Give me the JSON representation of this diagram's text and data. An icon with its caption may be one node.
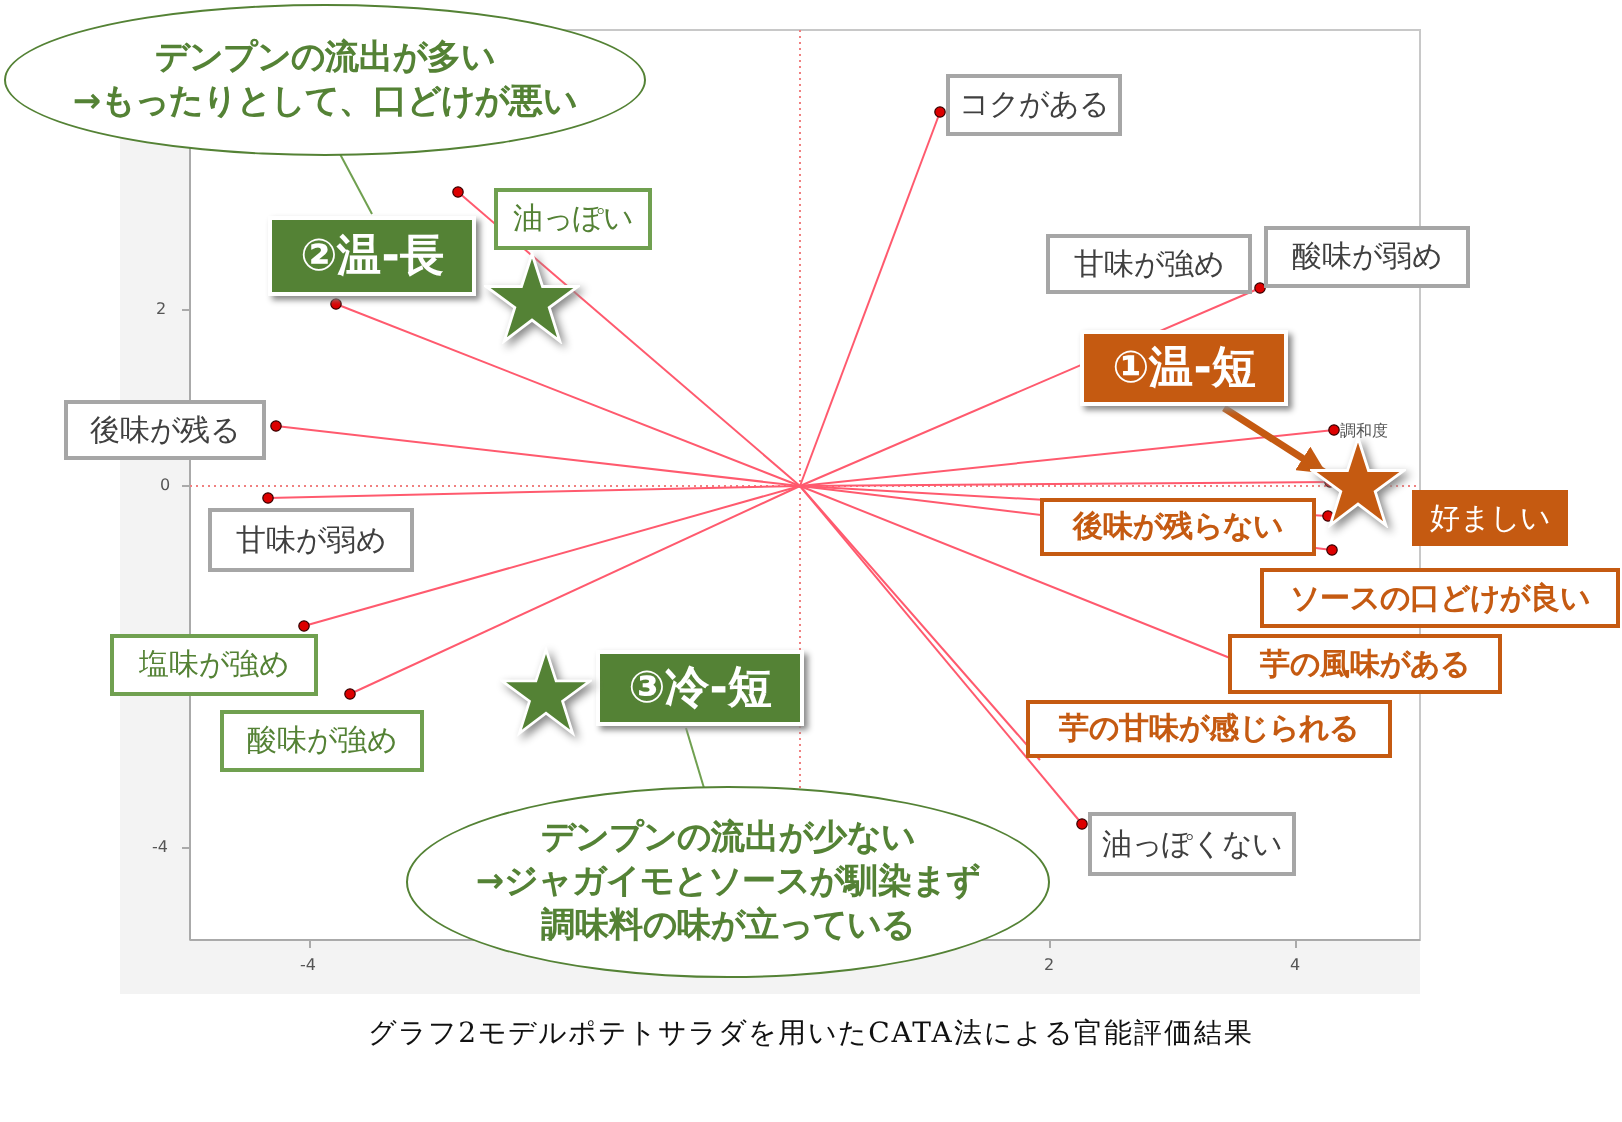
{
  "diagram": {
    "caption": "グラフ2モデルポテトサラダを用いたCATA法による官能評価結果",
    "nodes": [
      {
        "text": [
          "デンプンの流出が多い",
          "→もったりとして、口どけが悪い"
        ]
      },
      {
        "text": [
          "コクがある"
        ]
      },
      {
        "text": [
          "油っぽい"
        ]
      },
      {
        "text": [
          "②温-長"
        ]
      },
      {
        "text": [],
        "shape": "star"
      },
      {
        "text": [
          "甘味が強め"
        ]
      },
      {
        "text": [
          "酸味が弱め"
        ]
      },
      {
        "text": [
          "後味が残る"
        ]
      },
      {
        "text": [
          "①温-短"
        ]
      },
      {
        "text": [],
        "shape": "star"
      },
      {
        "text": [
          "好ましい"
        ]
      },
      {
        "text": [
          "後味が残らない"
        ]
      },
      {
        "text": [
          "甘味が弱め"
        ]
      },
      {
        "text": [
          "ソースの口どけが良い"
        ]
      },
      {
        "text": [
          "芋の風味がある"
        ]
      },
      {
        "text": [
          "塩味が強め"
        ]
      },
      {
        "text": [
          "③冷-短"
        ]
      },
      {
        "text": [],
        "shape": "star"
      },
      {
        "text": [
          "芋の甘味が感じられる"
        ]
      },
      {
        "text": [
          "酸味が強め"
        ]
      },
      {
        "text": [
          "デンプンの流出が少ない",
          "→ジャガイモとソースが馴染まず",
          "調味料の味が立っている"
        ]
      },
      {
        "text": [
          "油っぽくない"
        ]
      }
    ],
    "edges": [
      {
        "from": 0,
        "to": 3,
        "arrow": "none"
      },
      {
        "from": 8,
        "to": 9,
        "arrow": "to",
        "style": "thick",
        "color": "#c55a11"
      },
      {
        "from": 16,
        "to": 20,
        "arrow": "none"
      }
    ],
    "labels": [
      "2",
      "調和度",
      "0",
      "-4",
      "-4",
      "2",
      "4"
    ]
  }
}
